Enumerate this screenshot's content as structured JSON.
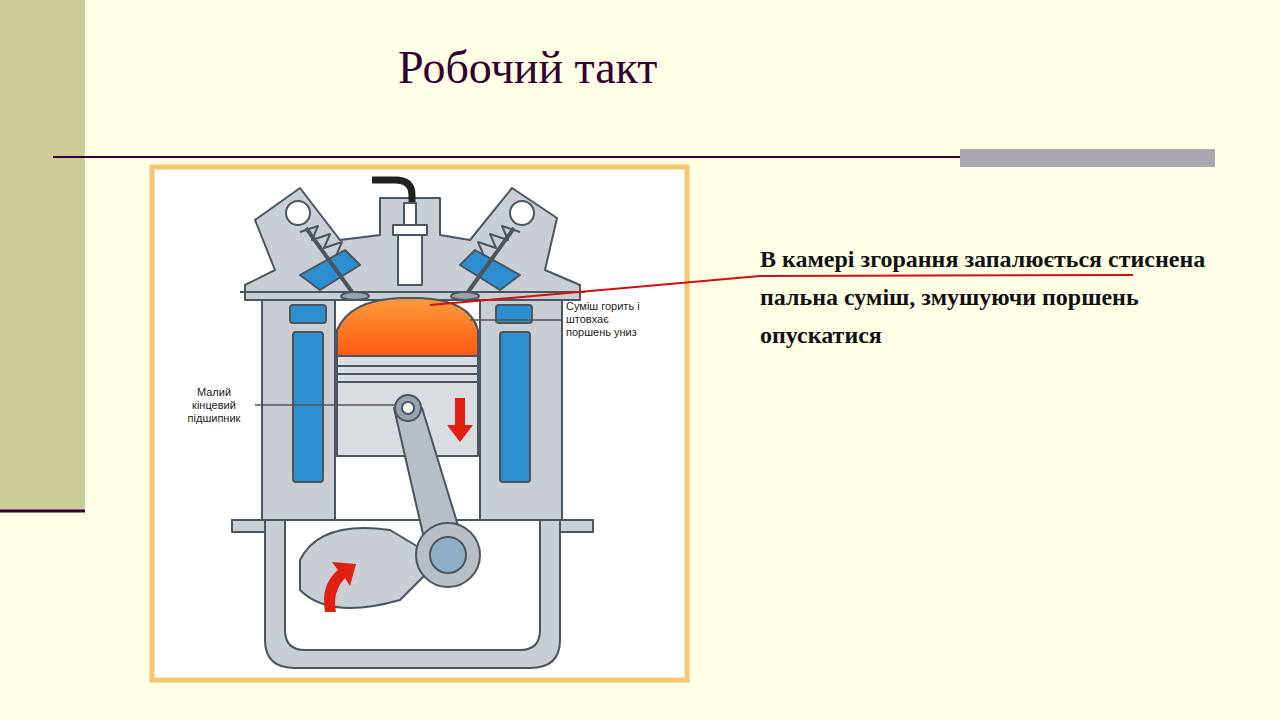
{
  "diagram": {
    "title": "Робочий такт",
    "labels": [
      "Суміш горить і штовхає поршень униз",
      "Малий кінцевий підшипник",
      "В камері згорання запалюється стиснена пальна суміш, змушуючи поршень опускатися"
    ]
  }
}
